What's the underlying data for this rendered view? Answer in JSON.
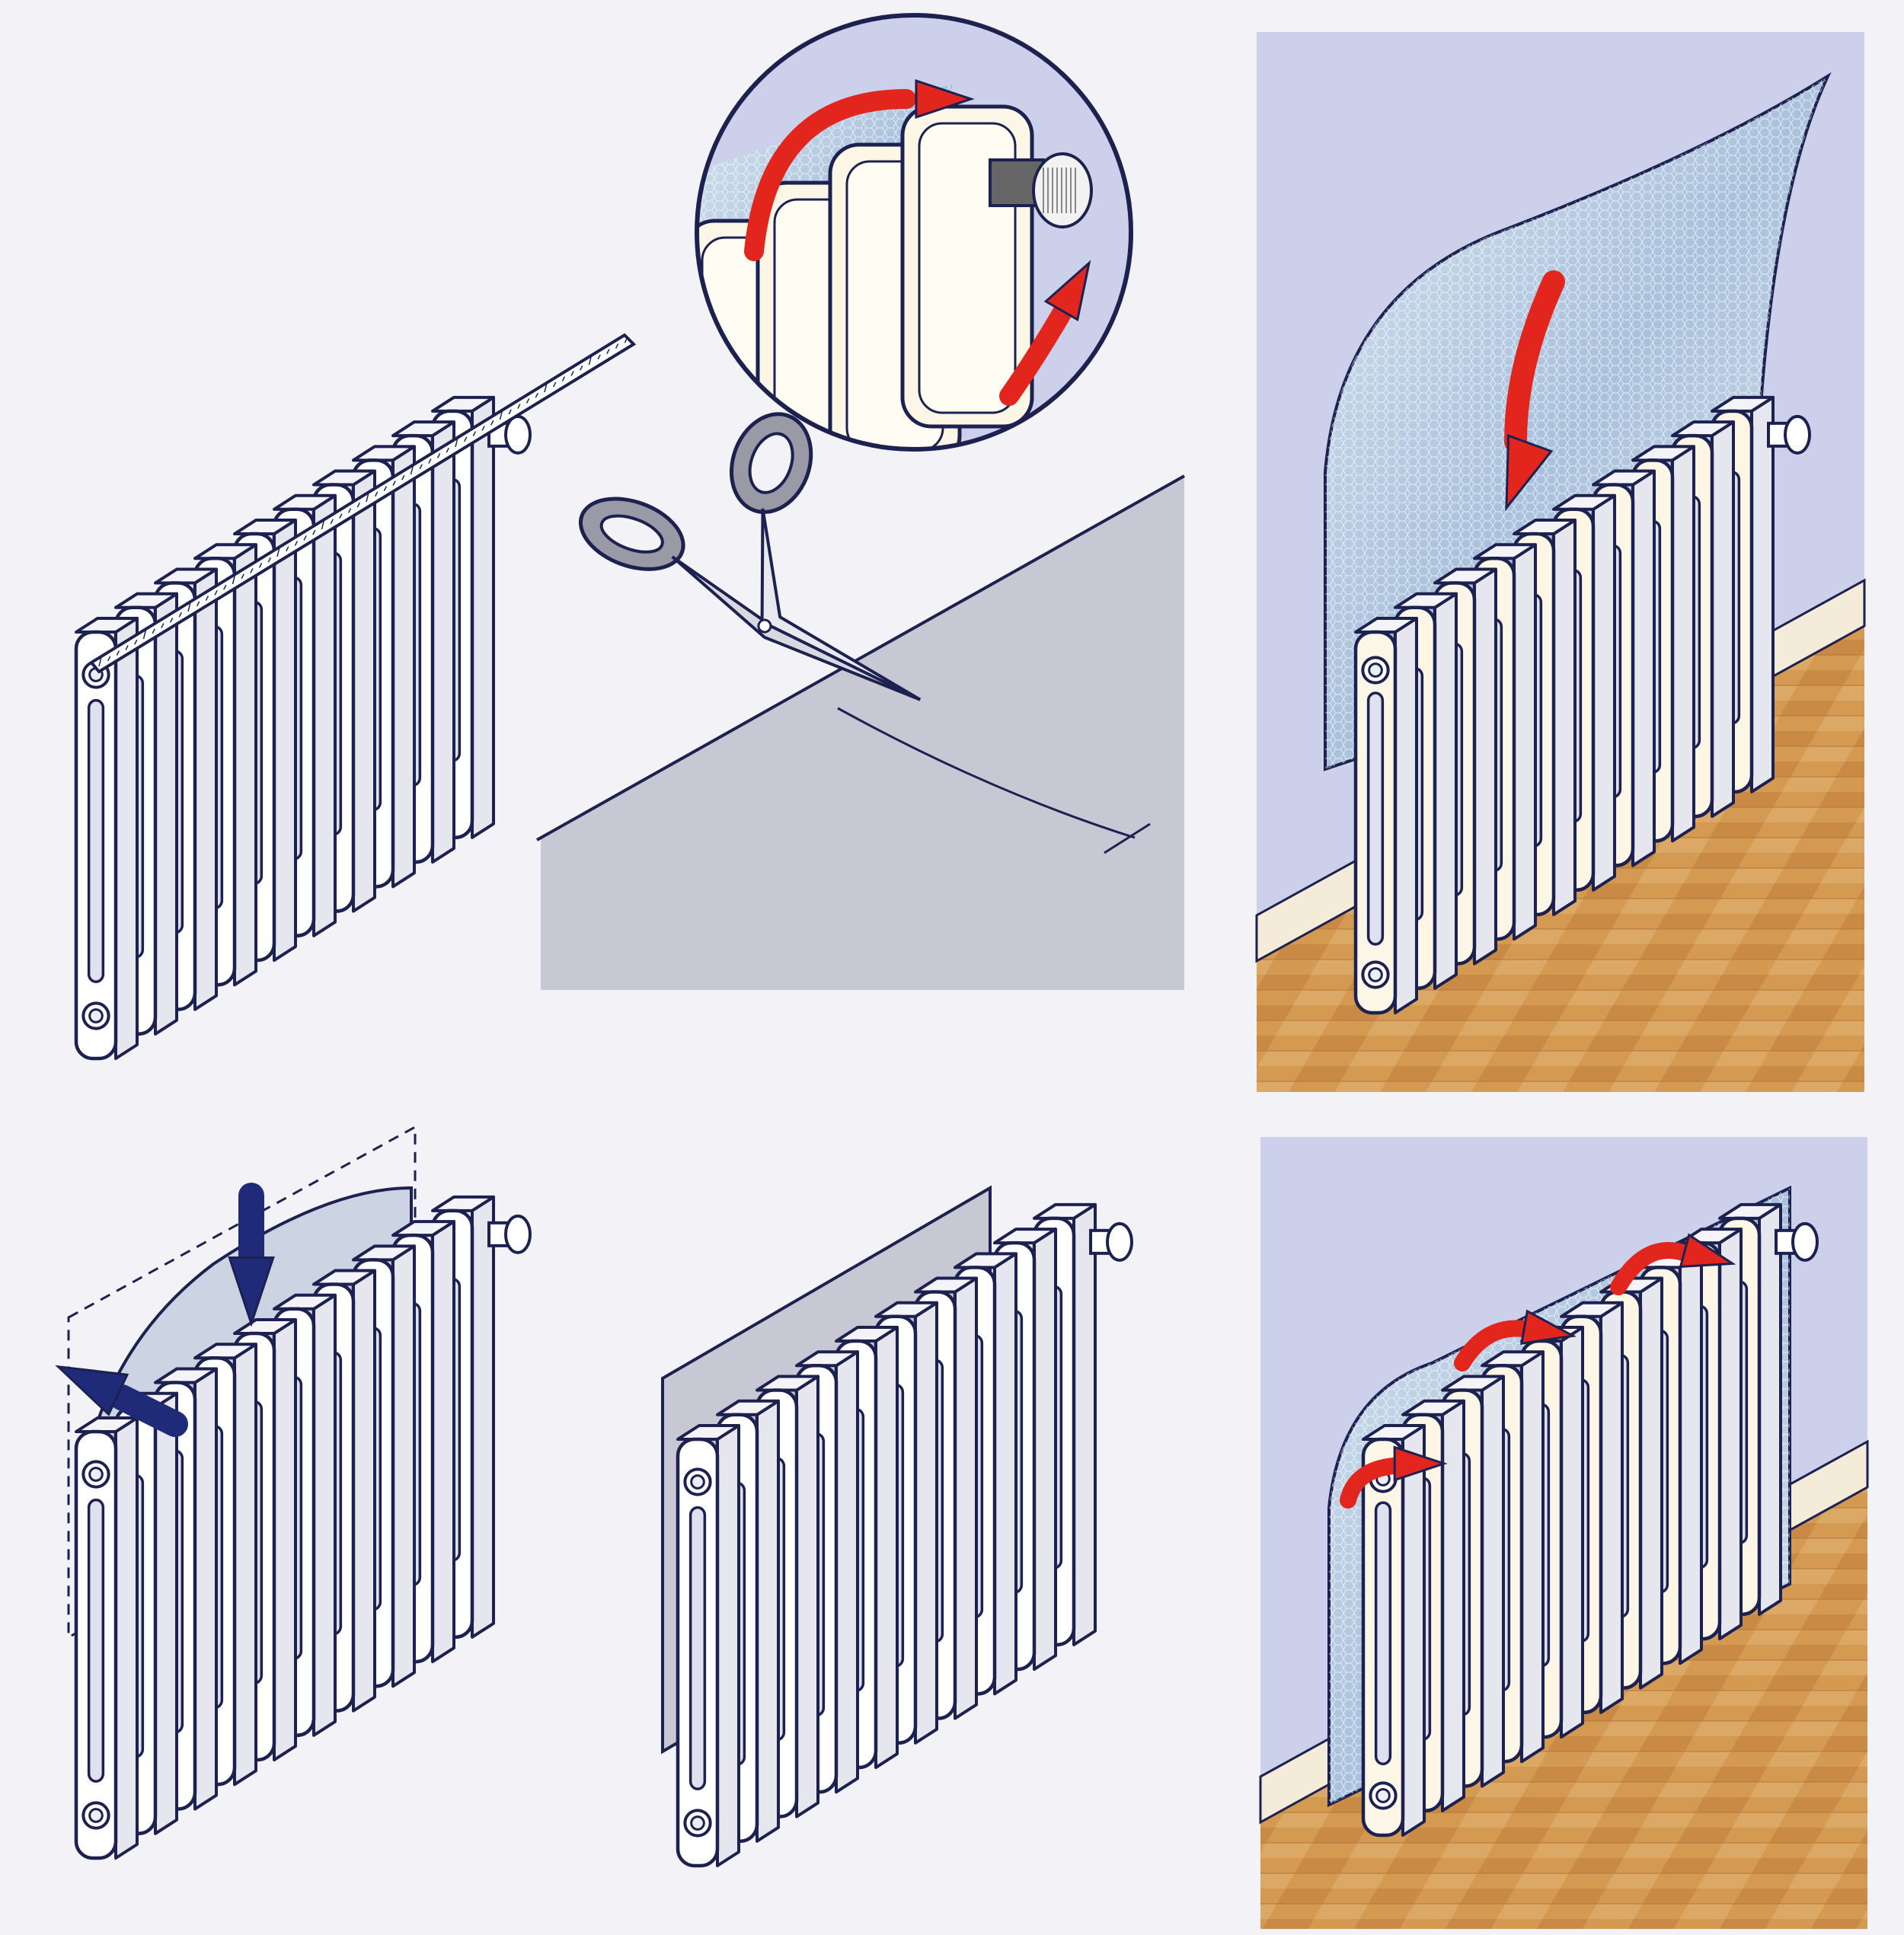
{
  "colors": {
    "background": "#f3f3f7",
    "outline": "#1d2150",
    "radiator": "#ffffff",
    "radiator_warm": "#fbf6e6",
    "wall": "#cdd0ea",
    "skirting": "#f4ecd8",
    "floor": "#d49a52",
    "foil": "#b9c9dc",
    "sheet_grey": "#c8c8d4",
    "arrow_red": "#e2261d",
    "arrow_blue": "#1f2a78",
    "scissors_grey": "#9a9aa6"
  },
  "panels": [
    {
      "name": "panel-measure",
      "scene": "radiator",
      "icons": [
        "radiator-icon",
        "measuring-tape-icon"
      ]
    },
    {
      "name": "panel-cut",
      "scene": "sheet",
      "icons": [
        "scissors-icon",
        "insulation-sheet-icon"
      ]
    },
    {
      "name": "panel-detail",
      "scene": "zoom",
      "icons": [
        "radiator-icon",
        "foil-icon",
        "heat-arrow-icon"
      ]
    },
    {
      "name": "panel-fit-sheet",
      "scene": "room",
      "icons": [
        "radiator-icon",
        "foil-sheet-icon",
        "down-arrow-icon"
      ]
    },
    {
      "name": "panel-fold",
      "scene": "radiator",
      "icons": [
        "radiator-icon",
        "fold-arrow-icon"
      ]
    },
    {
      "name": "panel-fitted",
      "scene": "radiator",
      "icons": [
        "radiator-icon",
        "backing-panel-icon"
      ]
    },
    {
      "name": "panel-heat",
      "scene": "room",
      "icons": [
        "radiator-icon",
        "heat-arrow-icon"
      ]
    }
  ]
}
